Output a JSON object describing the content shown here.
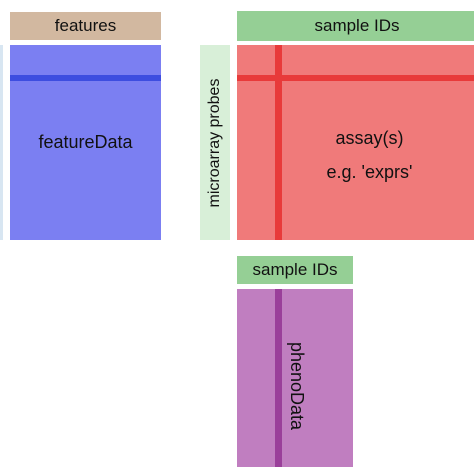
{
  "feature_panel": {
    "header": "features",
    "body": "featureData",
    "header_color": "#d2b8a0",
    "body_color": "#7b7ff2",
    "stripe_color": "#3d4de0"
  },
  "assay_panel": {
    "header": "sample IDs",
    "side_label": "microarray probes",
    "body_line1": "assay(s)",
    "body_line2": "e.g. 'exprs'",
    "header_color": "#95cf95",
    "side_color": "#d8efd8",
    "body_color": "#f07a7a",
    "stripe_color": "#e83a3a"
  },
  "pheno_panel": {
    "header": "sample IDs",
    "body": "phenoData",
    "header_color": "#95cf95",
    "body_color": "#c07ec0",
    "stripe_color": "#9a3f9a"
  },
  "left_edge_bar": {
    "color": "#d8e6f2"
  }
}
